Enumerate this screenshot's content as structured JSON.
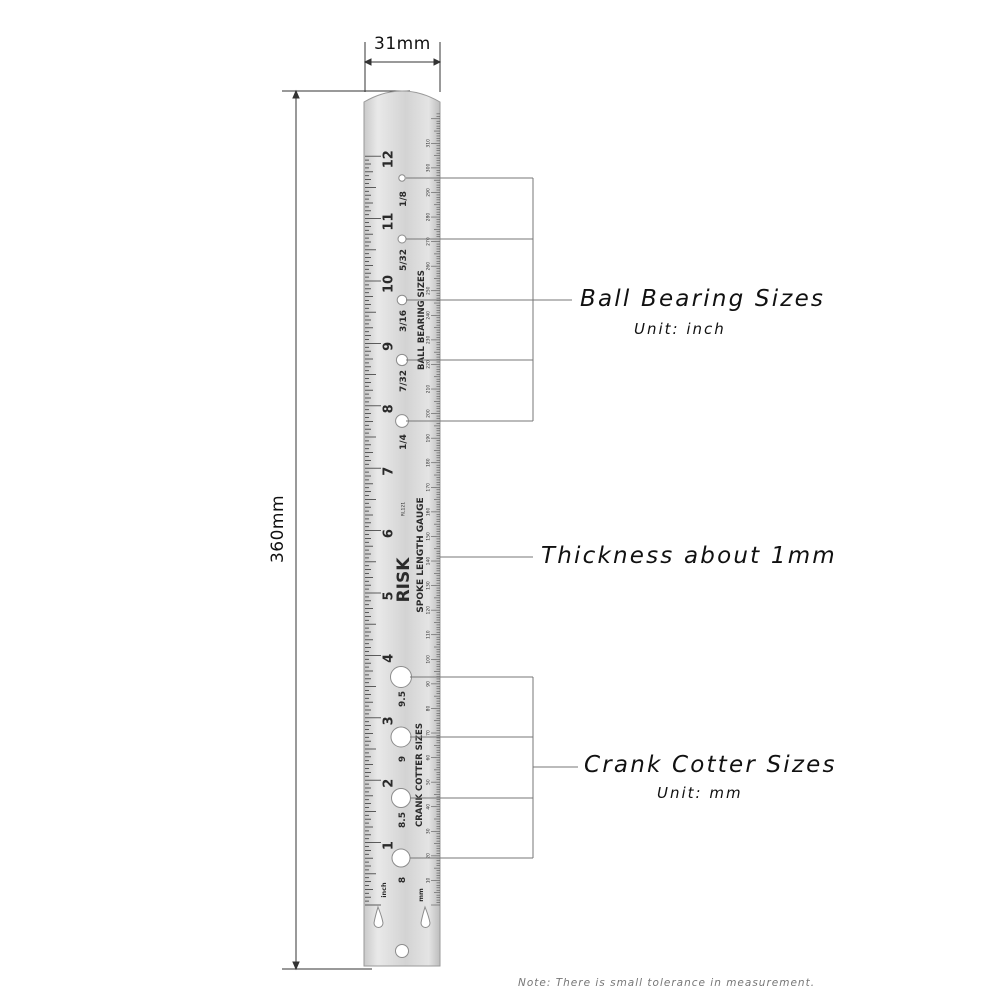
{
  "dimensions": {
    "width_label": "31mm",
    "length_label": "360mm"
  },
  "ruler": {
    "brand": "RISK",
    "model": "RL121",
    "title": "SPOKE LENGTH GAUGE",
    "ball_section_label": "BALL BEARING SIZES",
    "crank_section_label": "CRANK COTTER SIZES",
    "inch_unit": "inch",
    "mm_unit": "mm",
    "inch_numbers": [
      "1",
      "2",
      "3",
      "4",
      "5",
      "6",
      "7",
      "8",
      "9",
      "10",
      "11",
      "12"
    ],
    "ball_sizes": [
      "1/8",
      "5/32",
      "3/16",
      "7/32",
      "1/4"
    ],
    "crank_sizes": [
      "9.5",
      "9",
      "8.5",
      "8"
    ],
    "mm_numbers": [
      "10",
      "20",
      "30",
      "40",
      "50",
      "60",
      "70",
      "80",
      "90",
      "100",
      "110",
      "120",
      "130",
      "140",
      "150",
      "160",
      "170",
      "180",
      "190",
      "200",
      "210",
      "220",
      "230",
      "240",
      "250",
      "260",
      "270",
      "280",
      "290",
      "300",
      "310"
    ],
    "colors": {
      "steel_light": "#ececec",
      "steel_dark": "#b4b4b4",
      "engraving": "#2a2a2a"
    }
  },
  "callouts": {
    "ball": {
      "title": "Ball Bearing Sizes",
      "unit": "Unit: inch"
    },
    "thickness": {
      "title": "Thickness about 1mm"
    },
    "crank": {
      "title": "Crank Cotter Sizes",
      "unit": "Unit: mm"
    }
  },
  "note": "Note: There is small tolerance in measurement."
}
